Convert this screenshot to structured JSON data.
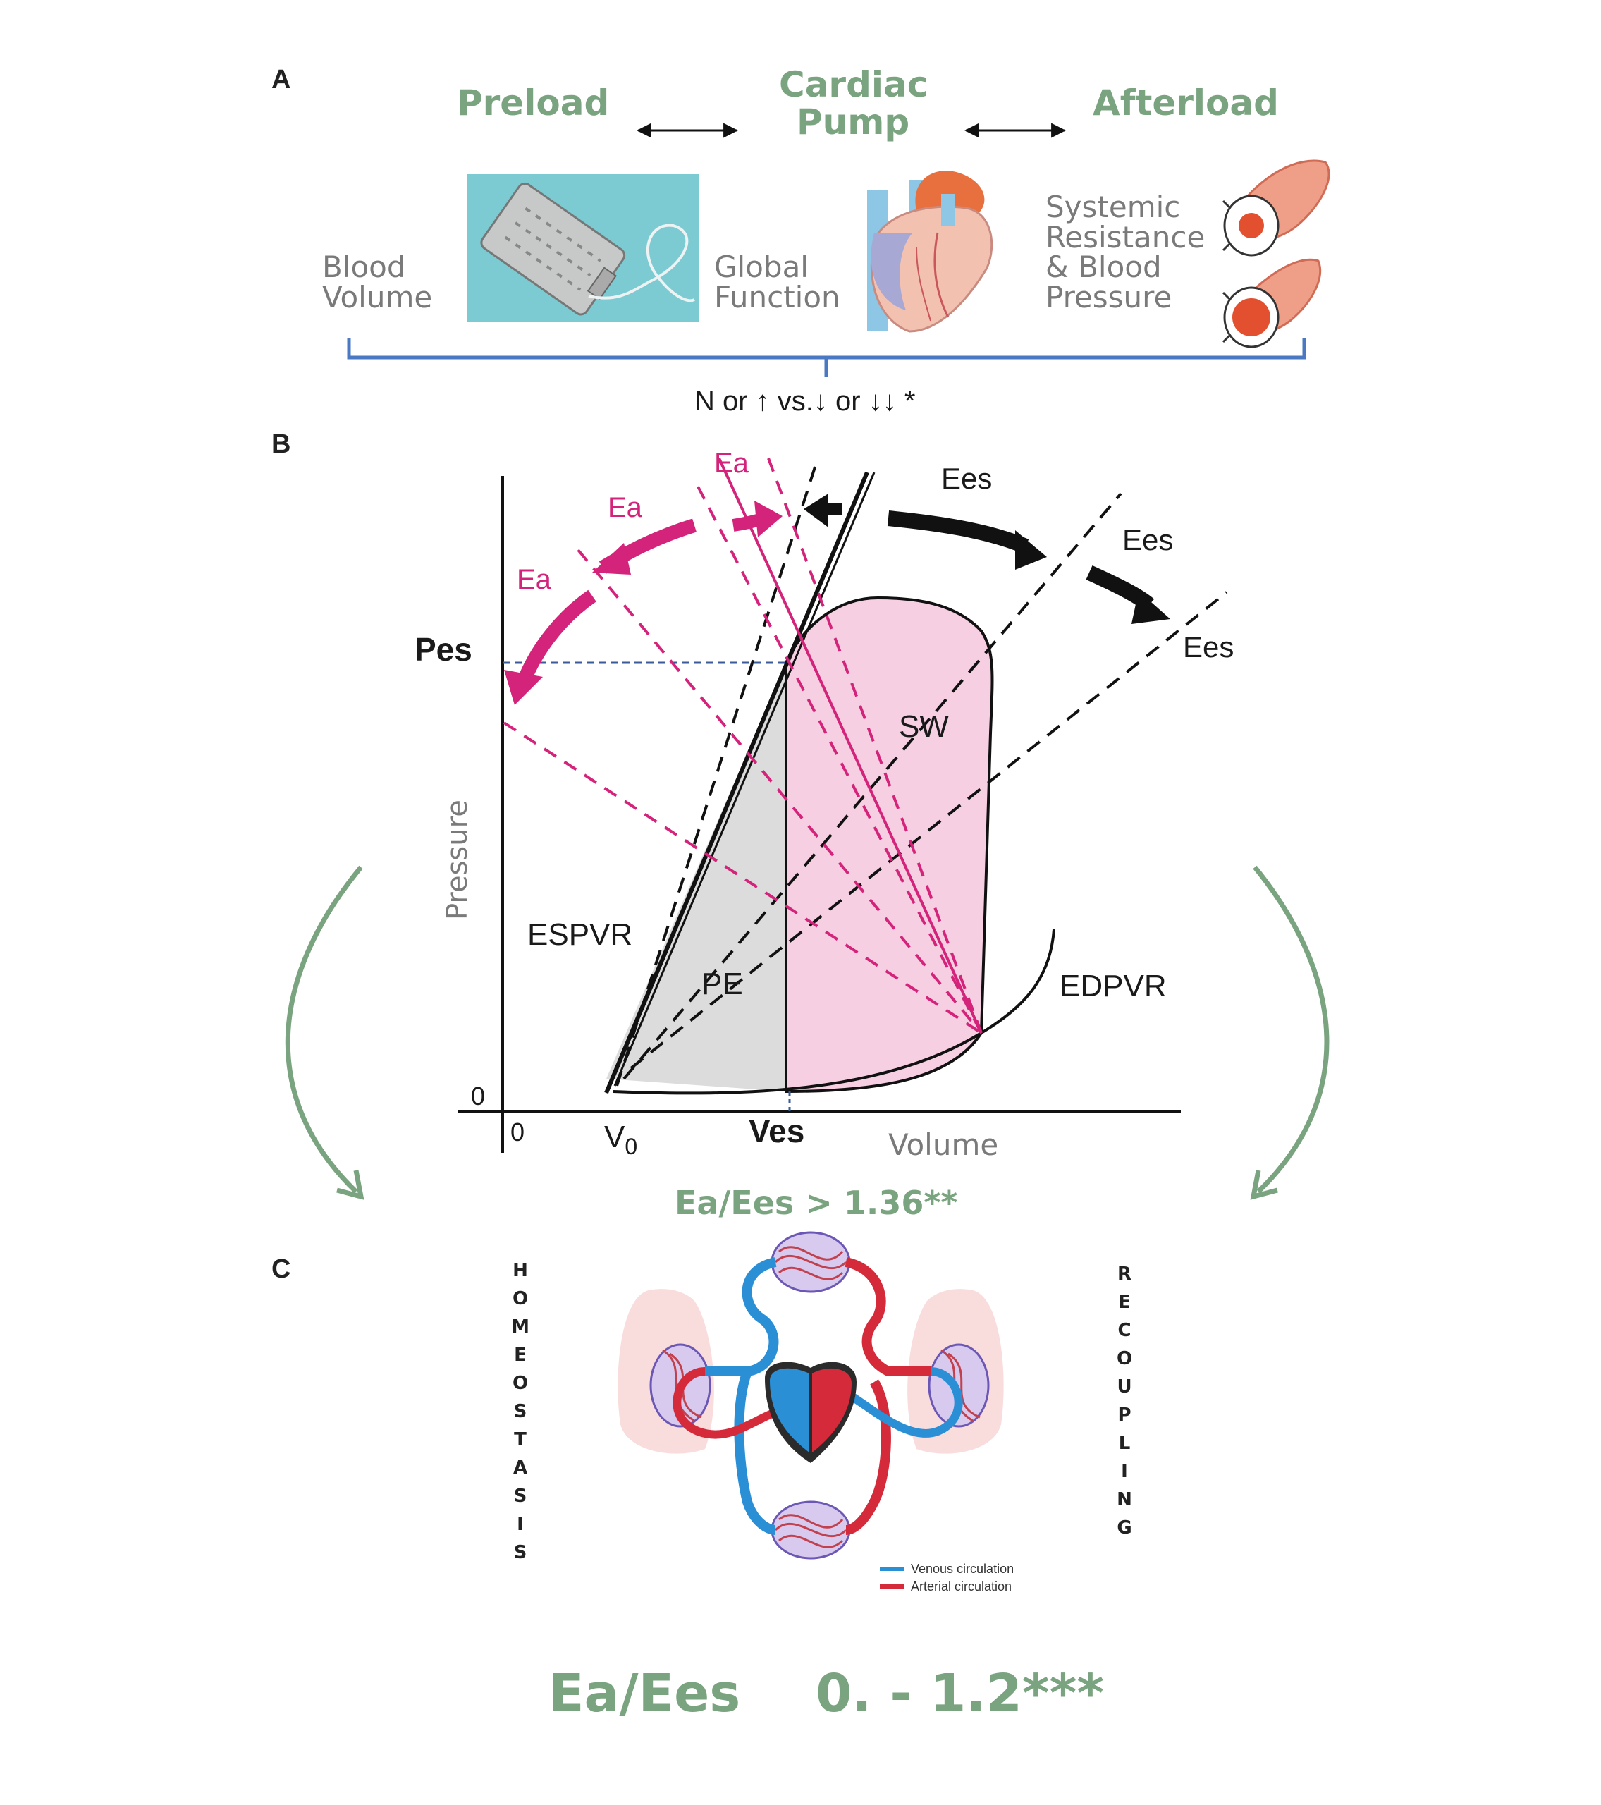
{
  "panel_a": {
    "letter": "A",
    "preload": "Preload",
    "pump_line1": "Cardiac",
    "pump_line2": "Pump",
    "afterload": "Afterload",
    "blood_line1": "Blood",
    "blood_line2": "Volume",
    "global_line1": "Global",
    "global_line2": "Function",
    "systemic_line1": "Systemic",
    "systemic_line2": "Resistance",
    "systemic_line3": "& Blood",
    "systemic_line4": "Pressure",
    "summary": "N or ↑ vs.↓ or ↓↓ *"
  },
  "panel_b": {
    "letter": "B",
    "ea_labels": [
      "Ea",
      "Ea",
      "Ea"
    ],
    "ees_labels": [
      "Ees",
      "Ees",
      "Ees"
    ],
    "pes": "Pes",
    "pressure": "Pressure",
    "volume": "Volume",
    "espvr": "ESPVR",
    "edpvr": "EDPVR",
    "sw": "SW",
    "pe": "PE",
    "zero_y": "0",
    "zero_x": "0",
    "v0_main": "V",
    "v0_sub": "0",
    "ves": "Ves",
    "ratio": "Ea/Ees > 1.36**"
  },
  "panel_c": {
    "letter": "C",
    "left_word": [
      "H",
      "O",
      "M",
      "E",
      "O",
      "S",
      "T",
      "A",
      "S",
      "I",
      "S"
    ],
    "right_word": [
      "R",
      "E",
      "C",
      "O",
      "U",
      "P",
      "L",
      "I",
      "N",
      "G"
    ],
    "legend_venous": "Venous circulation",
    "legend_arterial": "Arterial circulation"
  },
  "bottom": {
    "ratio": "Ea/Ees",
    "range": "0. - 1.2***"
  },
  "colors": {
    "green": "#7aa37f",
    "magenta": "#d4237a",
    "pink_fill": "#f6cfe2",
    "gray_fill": "#dcdcdc",
    "bracket_blue": "#4a78c2",
    "venous": "#2b8fd6",
    "arterial": "#d42a3a"
  }
}
